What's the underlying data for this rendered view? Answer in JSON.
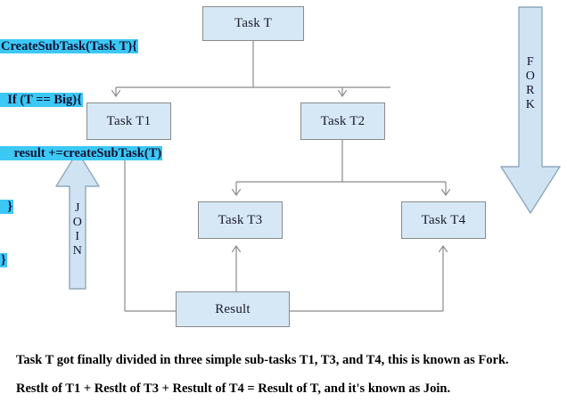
{
  "diagram": {
    "title": "Fork and Join task decomposition diagram",
    "colors": {
      "node_fill": "#d6e8f5",
      "node_border": "#8a8a8a",
      "arrow_fill": "#cfe3f3",
      "arrow_border": "#8fa8bd",
      "highlight": "#3cc8f5",
      "connector": "#8a8a8a",
      "text": "#111133"
    }
  },
  "code": {
    "lines": [
      "CreateSubTask(Task T){",
      "  If (T == Big){",
      "    result +=createSubTask(T)",
      "  }",
      "}"
    ]
  },
  "nodes": {
    "task_t": "Task T",
    "task_t1": "Task T1",
    "task_t2": "Task T2",
    "task_t3": "Task T3",
    "task_t4": "Task T4",
    "result": "Result"
  },
  "arrows": {
    "fork": {
      "label": "FORK",
      "letters": [
        "F",
        "O",
        "R",
        "K"
      ],
      "direction": "down"
    },
    "join": {
      "label": "JOIN",
      "letters": [
        "J",
        "O",
        "I",
        "N"
      ],
      "direction": "up"
    }
  },
  "captions": {
    "line1": "Task T got finally divided in three simple sub-tasks T1, T3, and T4, this is known as Fork.",
    "line2": "Restlt of T1 + Restlt of T3 + Restult of T4 = Result of T, and it's known as Join."
  }
}
